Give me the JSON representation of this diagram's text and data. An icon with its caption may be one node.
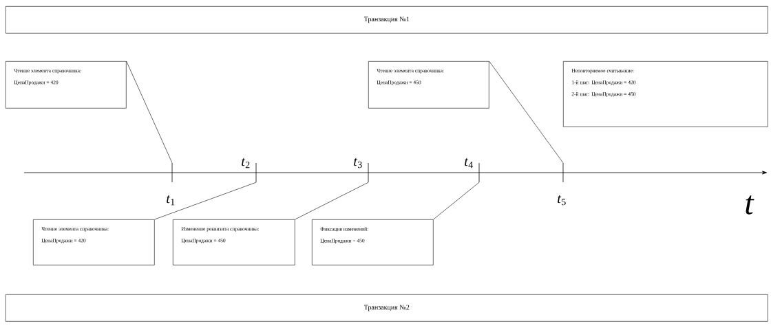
{
  "diagram": {
    "nodes": [
      {
        "text": [
          "Транзакция №1"
        ]
      },
      {
        "text": [
          "Чтение элемента справочника:",
          "ЦенаПродажи = 420"
        ]
      },
      {
        "text": [
          "Чтение элемента справочника:",
          "ЦенаПродажи = 450"
        ]
      },
      {
        "text": [
          "Неповторяемое считывание:",
          "1-й шаг: ЦенаПродажи = 420",
          "2-й шаг: ЦенаПродажи = 450"
        ]
      },
      {
        "text": [],
        "shape": "bar",
        "beside": [
          "*t*$_{1}$"
        ]
      },
      {
        "text": [],
        "shape": "bar",
        "beside": [
          "*t*$_{2}$"
        ]
      },
      {
        "text": [],
        "shape": "bar",
        "beside": [
          "*t*$_{3}$"
        ]
      },
      {
        "text": [],
        "shape": "bar",
        "beside": [
          "*t*$_{4}$"
        ]
      },
      {
        "text": [],
        "shape": "bar",
        "beside": [
          "*t*$_{5}$"
        ]
      },
      {
        "text": [
          "Чтение элемента справочника:",
          "ЦенаПродажи = 420"
        ]
      },
      {
        "text": [
          "Изменение реквизита справочника:",
          "ЦенаПродажи = 450"
        ]
      },
      {
        "text": [
          "Фиксация изменений:",
          "ЦенаПродажи = 450"
        ]
      },
      {
        "text": [
          "Транзакция №2"
        ]
      }
    ],
    "edges": [
      {
        "from": 1,
        "to": 4,
        "arrow": "none"
      },
      {
        "from": 2,
        "to": 8,
        "arrow": "none"
      },
      {
        "from": 9,
        "to": 5,
        "arrow": "none"
      },
      {
        "from": 10,
        "to": 6,
        "arrow": "none"
      },
      {
        "from": 11,
        "to": 7,
        "arrow": "none"
      }
    ],
    "labels": [
      "t"
    ]
  }
}
